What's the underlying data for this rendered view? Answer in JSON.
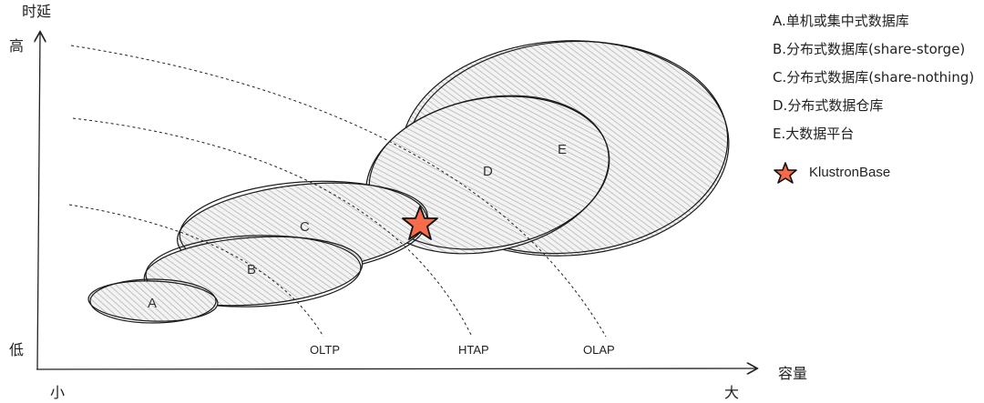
{
  "axes": {
    "y_title": "时延",
    "y_high": "高",
    "y_low": "低",
    "x_title": "容量",
    "x_small": "小",
    "x_large": "大"
  },
  "curves": [
    "OLTP",
    "HTAP",
    "OLAP"
  ],
  "ellipses": [
    "A",
    "B",
    "C",
    "D",
    "E"
  ],
  "legend": {
    "items": [
      "A.单机或集中式数据库",
      "B.分布式数据库(share-storge)",
      "C.分布式数据库(share-nothing)",
      "D.分布式数据仓库",
      "E.大数据平台"
    ],
    "marker_label": "KlustronBase"
  },
  "colors": {
    "star": "#f76a4a",
    "hatch": "#bbbbbb",
    "stroke": "#1a1a1a"
  }
}
